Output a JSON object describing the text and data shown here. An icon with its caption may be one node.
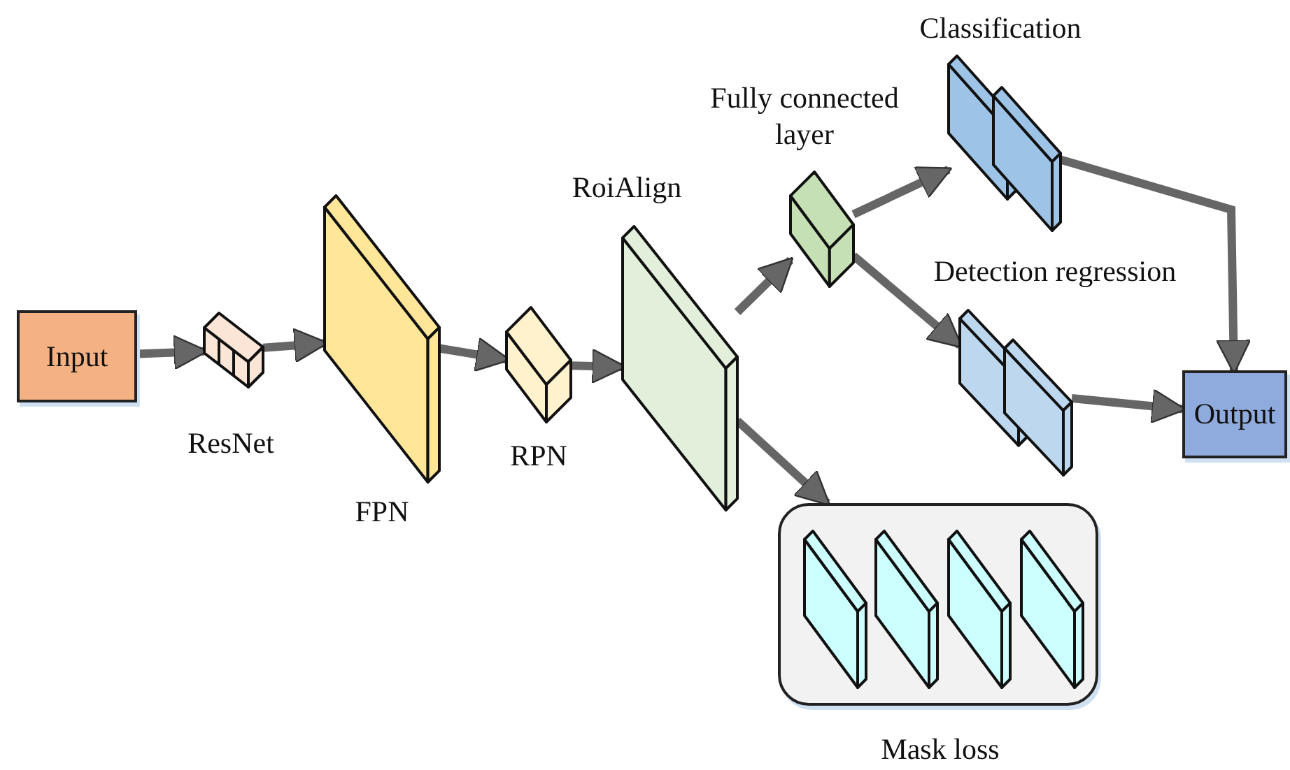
{
  "diagram": {
    "nodes": [
      {
        "text": [
          "Input"
        ]
      },
      {
        "text": [
          "ResNet"
        ]
      },
      {
        "text": [
          "FPN"
        ]
      },
      {
        "text": [
          "RPN"
        ]
      },
      {
        "text": [
          "RoiAlign"
        ]
      },
      {
        "text": [
          "Fully connected layer"
        ]
      },
      {
        "text": [
          "Classification"
        ]
      },
      {
        "text": [
          "Detection regression"
        ]
      },
      {
        "text": [
          "Mask loss"
        ]
      },
      {
        "text": [],
        "shape": "plate",
        "in": 8
      },
      {
        "text": [],
        "shape": "plate",
        "in": 8
      },
      {
        "text": [],
        "shape": "plate",
        "in": 8
      },
      {
        "text": [],
        "shape": "plate",
        "in": 8
      },
      {
        "text": [
          "Output"
        ]
      }
    ],
    "edges": [
      {
        "from": 0,
        "to": 1,
        "arrow": "to"
      },
      {
        "from": 1,
        "to": 2,
        "arrow": "to"
      },
      {
        "from": 2,
        "to": 3,
        "arrow": "to"
      },
      {
        "from": 3,
        "to": 4,
        "arrow": "to"
      },
      {
        "from": 4,
        "to": 5,
        "arrow": "to"
      },
      {
        "from": 4,
        "to": 8,
        "arrow": "to"
      },
      {
        "from": 5,
        "to": 6,
        "arrow": "to"
      },
      {
        "from": 5,
        "to": 7,
        "arrow": "to"
      },
      {
        "from": 6,
        "to": 13,
        "arrow": "to"
      },
      {
        "from": 7,
        "to": 13,
        "arrow": "to"
      }
    ]
  }
}
